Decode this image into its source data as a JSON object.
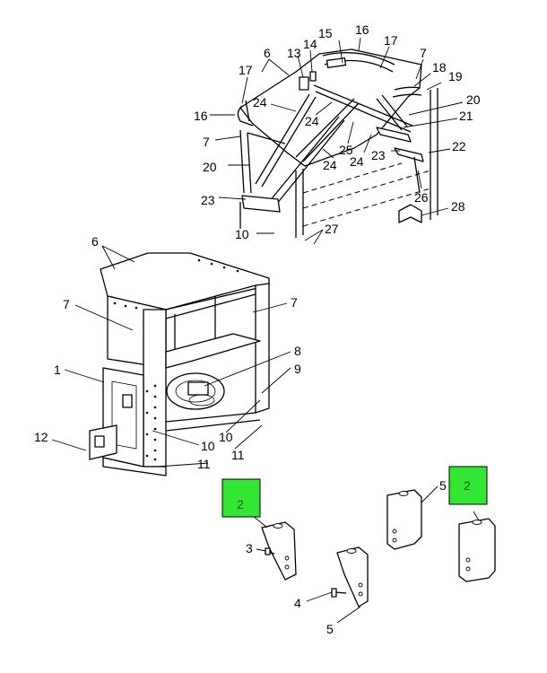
{
  "callouts": [
    {
      "id": "c15",
      "text": "15"
    },
    {
      "id": "c16a",
      "text": "16"
    },
    {
      "id": "c17a",
      "text": "17"
    },
    {
      "id": "c6a",
      "text": "6"
    },
    {
      "id": "c13",
      "text": "13"
    },
    {
      "id": "c14",
      "text": "14"
    },
    {
      "id": "c7a",
      "text": "7"
    },
    {
      "id": "c18",
      "text": "18"
    },
    {
      "id": "c19",
      "text": "19"
    },
    {
      "id": "c17b",
      "text": "17"
    },
    {
      "id": "c16b",
      "text": "16"
    },
    {
      "id": "c24a",
      "text": "24"
    },
    {
      "id": "c24b",
      "text": "24"
    },
    {
      "id": "c20a",
      "text": "20"
    },
    {
      "id": "c21",
      "text": "21"
    },
    {
      "id": "c7b",
      "text": "7"
    },
    {
      "id": "c20b",
      "text": "20"
    },
    {
      "id": "c25",
      "text": "25"
    },
    {
      "id": "c24c",
      "text": "24"
    },
    {
      "id": "c24d",
      "text": "24"
    },
    {
      "id": "c23a",
      "text": "23"
    },
    {
      "id": "c22",
      "text": "22"
    },
    {
      "id": "c23b",
      "text": "23"
    },
    {
      "id": "c26",
      "text": "26"
    },
    {
      "id": "c28",
      "text": "28"
    },
    {
      "id": "c10a",
      "text": "10"
    },
    {
      "id": "c27",
      "text": "27"
    },
    {
      "id": "c6b",
      "text": "6"
    },
    {
      "id": "c7c",
      "text": "7"
    },
    {
      "id": "c7d",
      "text": "7"
    },
    {
      "id": "c8",
      "text": "8"
    },
    {
      "id": "c1",
      "text": "1"
    },
    {
      "id": "c9",
      "text": "9"
    },
    {
      "id": "c12",
      "text": "12"
    },
    {
      "id": "c10b",
      "text": "10"
    },
    {
      "id": "c10c",
      "text": "10"
    },
    {
      "id": "c11a",
      "text": "11"
    },
    {
      "id": "c11b",
      "text": "11"
    },
    {
      "id": "c5a",
      "text": "5"
    },
    {
      "id": "c3",
      "text": "3"
    },
    {
      "id": "c4",
      "text": "4"
    },
    {
      "id": "c5b",
      "text": "5"
    }
  ],
  "highlights": [
    {
      "id": "h2a",
      "text": "2",
      "color": "#33e633"
    },
    {
      "id": "h2b",
      "text": "2",
      "color": "#33e633"
    }
  ]
}
